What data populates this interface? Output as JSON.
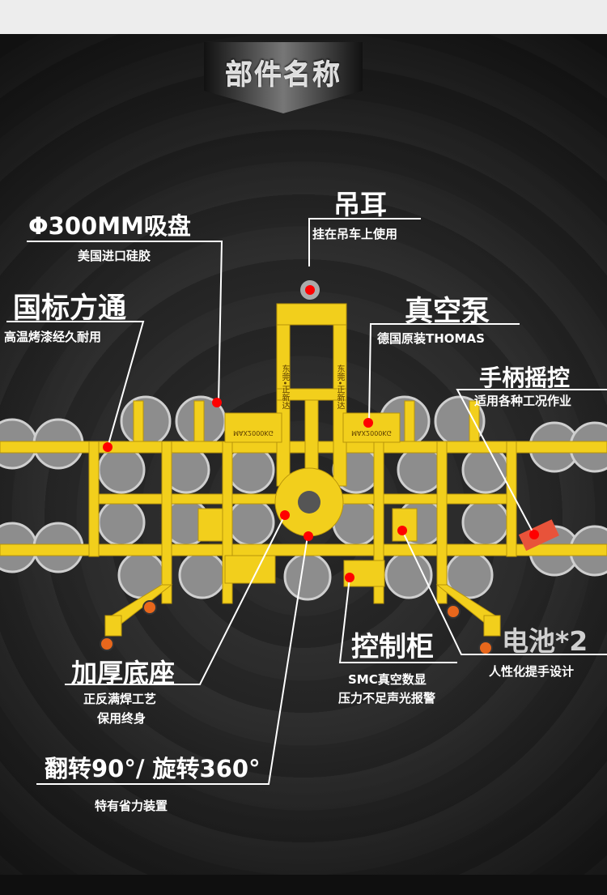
{
  "header": {
    "title": "部件名称"
  },
  "machine": {
    "brand": "东莞•正新达",
    "capacity": "MAX2000KG",
    "colors": {
      "frame": "#f2cf1c",
      "cup": "#9a9a9a",
      "marker": "#ff0000"
    }
  },
  "annotations": {
    "suction_cup": {
      "title": "Φ300MM吸盘",
      "sub": "美国进口硅胶"
    },
    "lifting_lug": {
      "title": "吊耳",
      "sub": "挂在吊车上使用"
    },
    "square_tube": {
      "title": "国标方通",
      "sub": "高温烤漆经久耐用"
    },
    "vacuum_pump": {
      "title": "真空泵",
      "sub": "德国原装THOMAS"
    },
    "remote": {
      "title": "手柄摇控",
      "sub": "适用各种工况作业"
    },
    "base": {
      "title": "加厚底座",
      "sub1": "正反满焊工艺",
      "sub2": "保用终身"
    },
    "rotation": {
      "title": "翻转90°/ 旋转360°",
      "sub": "特有省力装置"
    },
    "control_box": {
      "title": "控制柜",
      "sub1": "SMC真空数显",
      "sub2": "压力不足声光报警"
    },
    "battery": {
      "title": "电池*2",
      "sub": "人性化提手设计"
    }
  }
}
